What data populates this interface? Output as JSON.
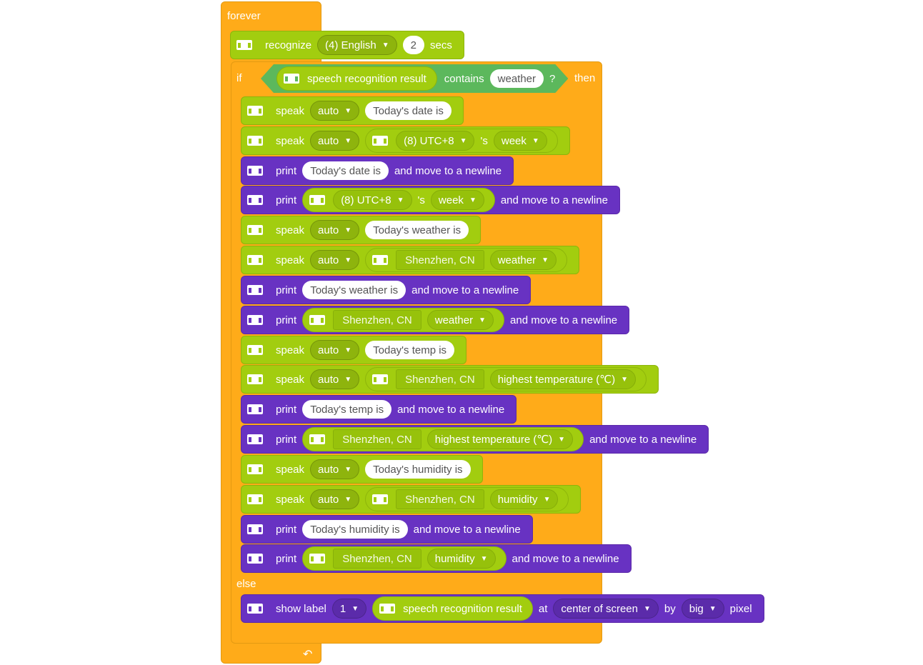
{
  "labels": {
    "forever": "forever",
    "if": "if",
    "then": "then",
    "else": "else"
  },
  "recognize": {
    "label": "recognize",
    "language": "(4) English",
    "seconds": "2",
    "secs": "secs"
  },
  "condition": {
    "reporter": "speech recognition result",
    "op": "contains",
    "value": "weather",
    "q": "?"
  },
  "words": {
    "speak": "speak",
    "print": "print",
    "auto": "auto",
    "newline": "and move to a newline",
    "s": "'s",
    "utc": "(8) UTC+8",
    "week": "week",
    "city": "Shenzhen, CN",
    "weather": "weather",
    "hightemp": "highest temperature (℃)",
    "humidity": "humidity"
  },
  "texts": {
    "date": "Today's date is",
    "weather": "Today's weather is",
    "temp": "Today's temp is",
    "humidity": "Today's humidity is"
  },
  "showlabel": {
    "label": "show label",
    "num": "1",
    "reporter": "speech recognition result",
    "at": "at",
    "position": "center of screen",
    "by": "by",
    "size": "big",
    "pixel": "pixel"
  },
  "colors": {
    "control": "#FFAB19",
    "sensing": "#A2CD0F",
    "display": "#6832C2",
    "operator": "#5CB85C"
  },
  "icons": {
    "end": "loop-arrow-icon",
    "device": "device-icon"
  }
}
